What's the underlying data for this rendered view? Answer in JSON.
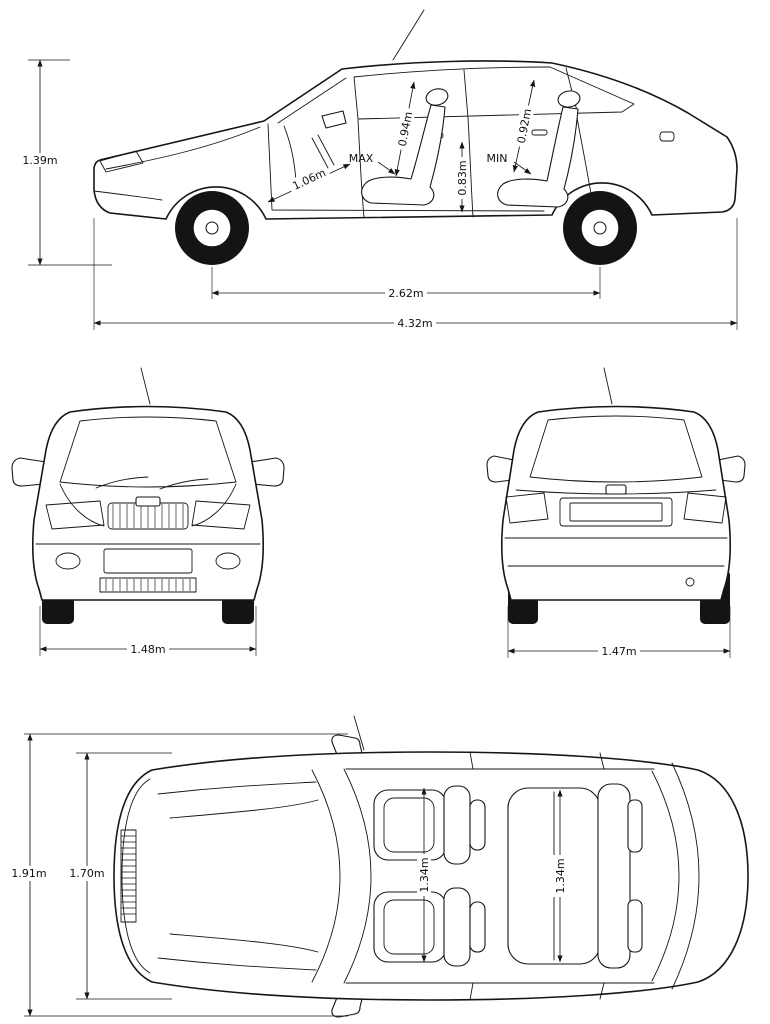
{
  "side_view": {
    "overall_height": "1.39m",
    "wheelbase": "2.62m",
    "overall_length": "4.32m",
    "front_diagonal": "1.06m",
    "front_headroom": "0.94m",
    "seat_max_label": "MAX",
    "rear_floor_height": "0.83m",
    "seat_min_label": "MIN",
    "rear_headroom": "0.92m"
  },
  "front_view": {
    "front_track_width": "1.48m"
  },
  "rear_view": {
    "rear_track_width": "1.47m"
  },
  "top_view": {
    "overall_width_incl_mirrors": "1.91m",
    "body_width": "1.70m",
    "front_cabin_width": "1.34m",
    "rear_cabin_width": "1.34m"
  }
}
